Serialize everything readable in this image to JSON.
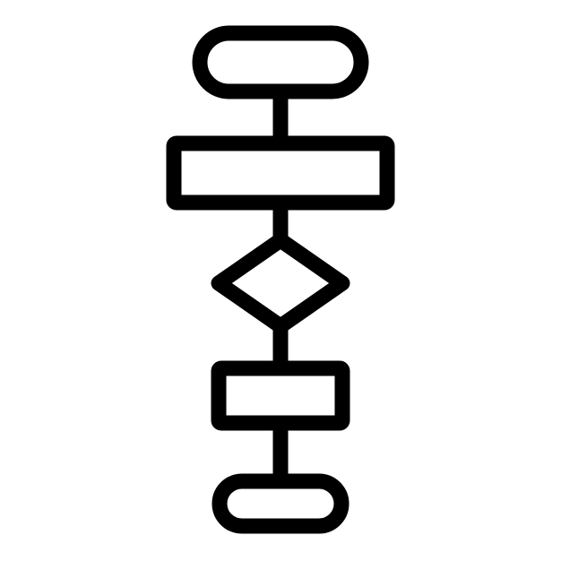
{
  "icon": {
    "name": "flowchart-icon",
    "stroke_color": "#000000",
    "background_color": "#ffffff",
    "shapes": [
      {
        "type": "terminator",
        "name": "start-terminator-shape"
      },
      {
        "type": "process",
        "name": "process-box-shape"
      },
      {
        "type": "decision",
        "name": "decision-diamond-shape"
      },
      {
        "type": "process",
        "name": "process-box-small-shape"
      },
      {
        "type": "terminator",
        "name": "end-terminator-shape"
      }
    ]
  }
}
